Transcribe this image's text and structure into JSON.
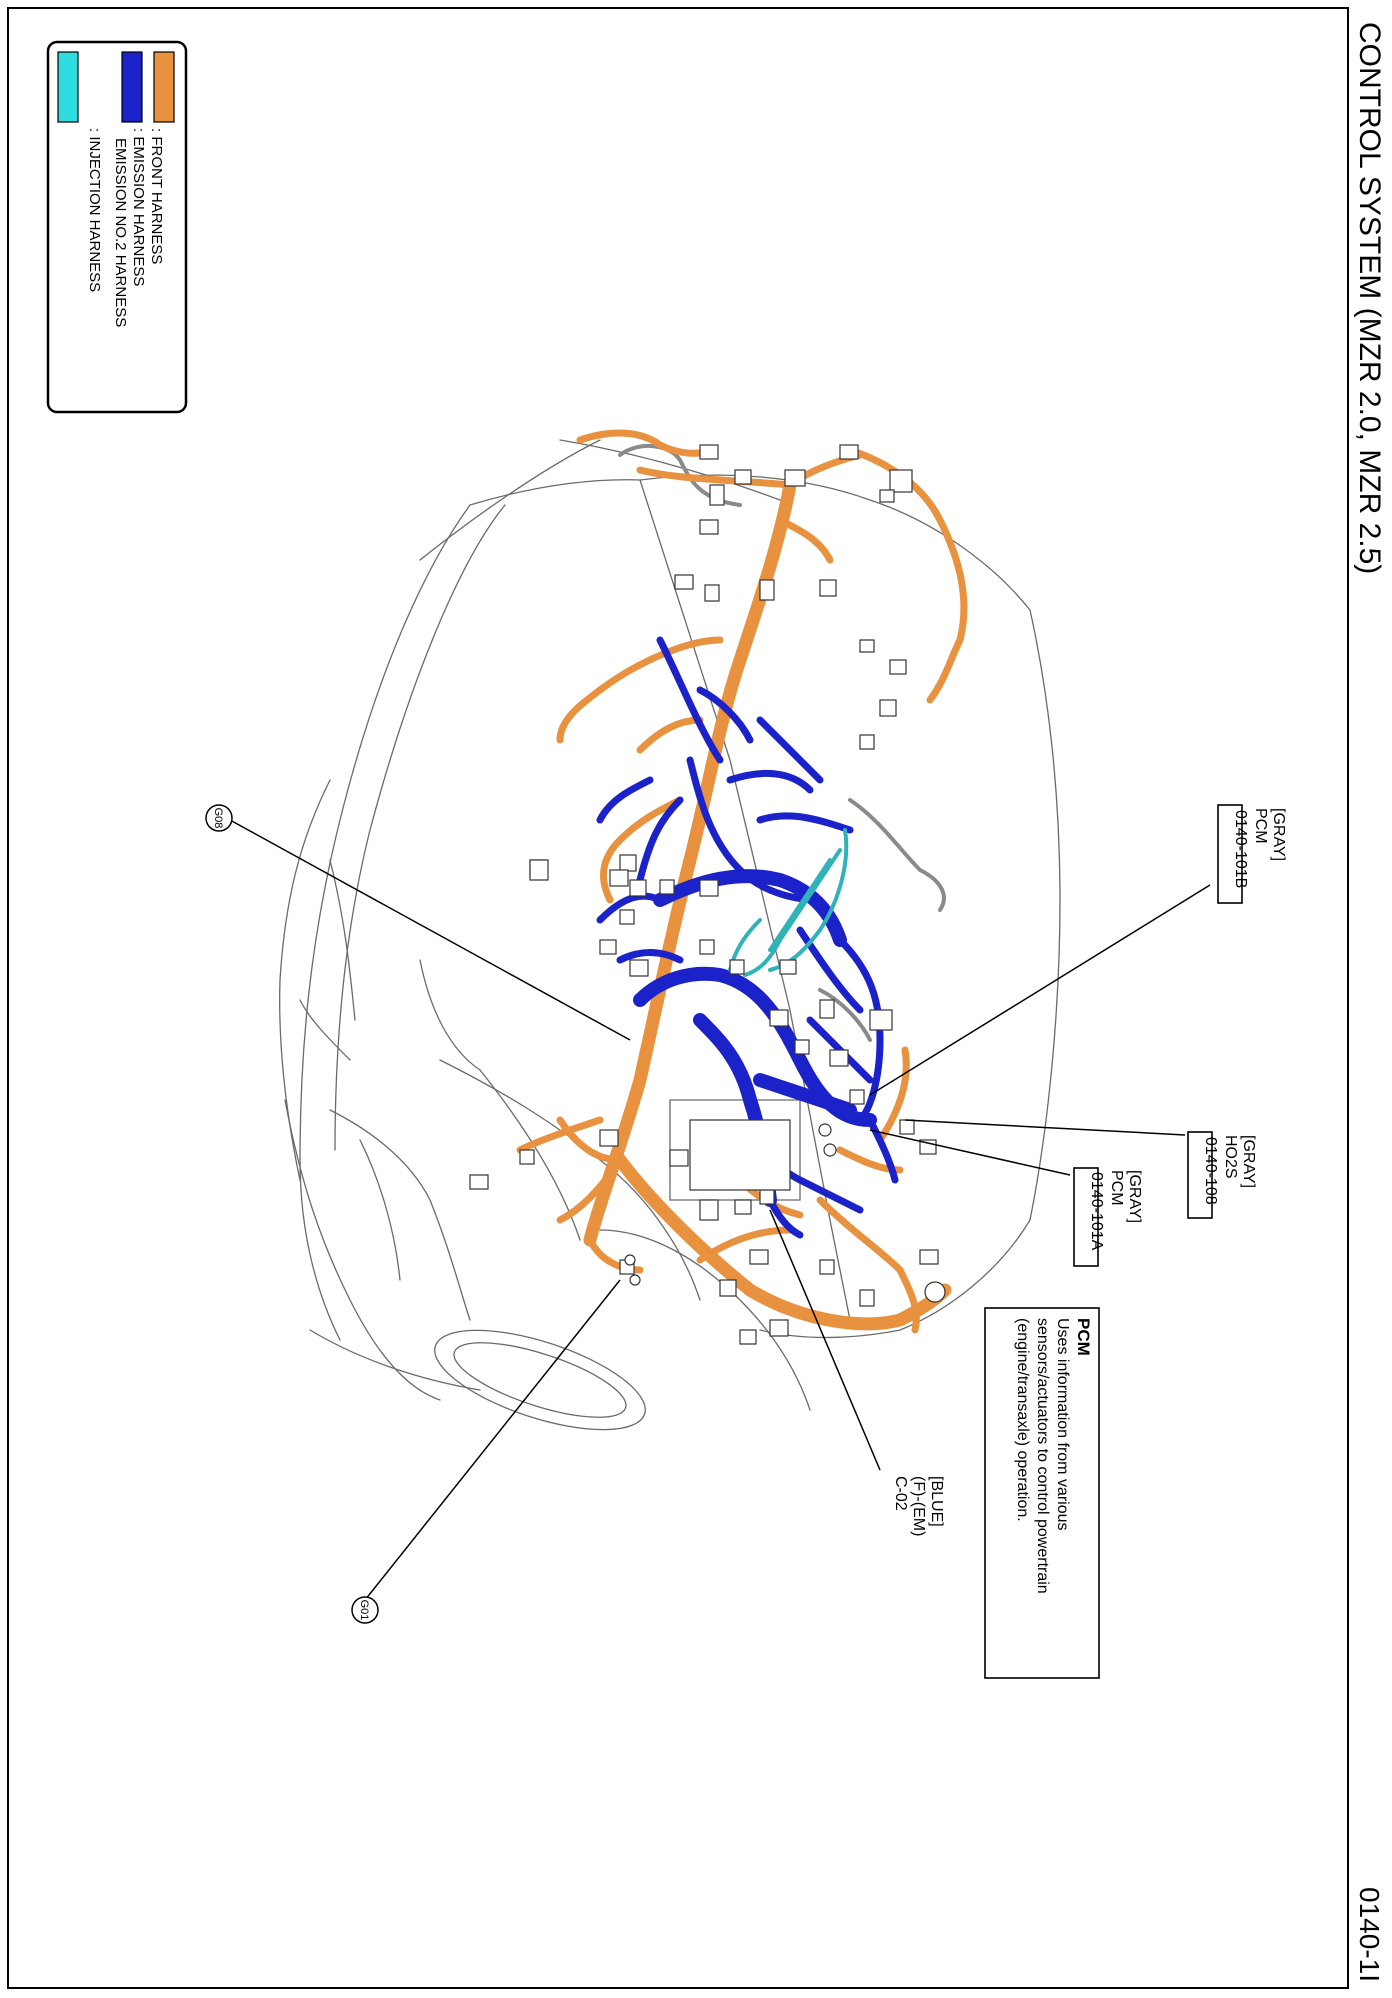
{
  "header": {
    "title": "CONTROL SYSTEM (MZR 2.0, MZR 2.5)",
    "page_number": "0140-1I"
  },
  "legend": {
    "items": [
      {
        "label": ": FRONT HARNESS",
        "color": "#e8913e"
      },
      {
        "label": ": EMISSION HARNESS",
        "color": "#1b22c9"
      },
      {
        "label": "EMISSION NO.2 HARNESS",
        "color": "#1b22c9"
      },
      {
        "label": ": INJECTION HARNESS",
        "color": "#2fb3b8"
      }
    ]
  },
  "callouts": {
    "pcm_b": {
      "color": "[GRAY]",
      "name": "PCM",
      "code": "0140-101B"
    },
    "ho2s": {
      "color": "[GRAY]",
      "name": "HO2S",
      "code": "0140-108"
    },
    "pcm_a": {
      "color": "[GRAY]",
      "name": "PCM",
      "code": "0140-101A"
    },
    "c02": {
      "color": "[BLUE]",
      "name": "(F)-(EM)",
      "code": "C-02"
    },
    "g08": {
      "label": "G08"
    },
    "g01": {
      "label": "G01"
    }
  },
  "pcm_note": {
    "title": "PCM",
    "lines": [
      "Uses information from various",
      "sensors/actuators to control powertrain",
      "(engine/transaxle) operation."
    ]
  }
}
